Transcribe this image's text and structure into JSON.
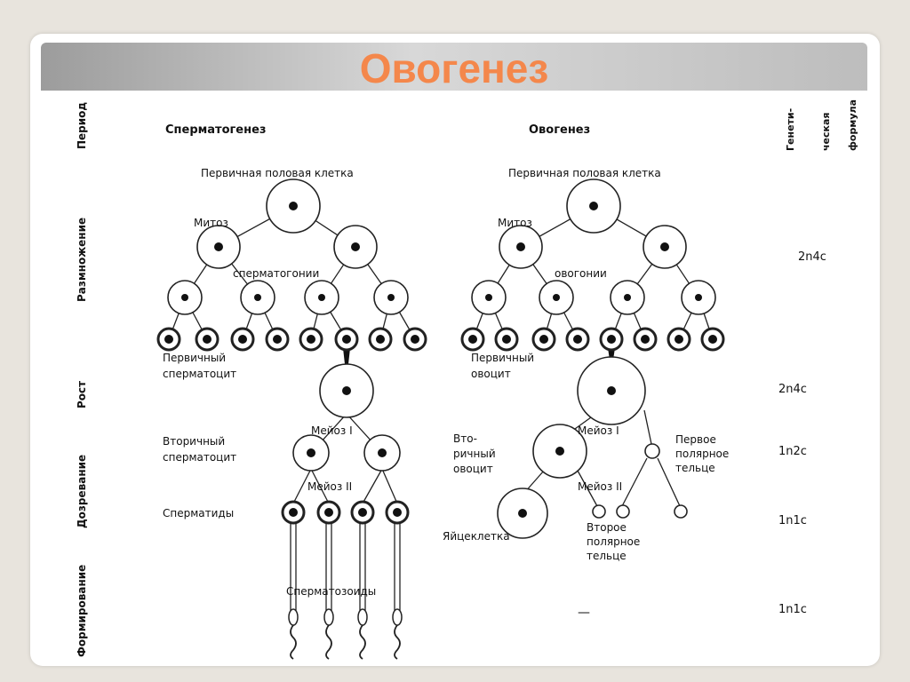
{
  "slide": {
    "title": "Овогенез"
  },
  "headers": {
    "period": "Период",
    "spermatogenesis": "Сперматогенез",
    "oogenesis": "Овогенез",
    "genetic_formula": [
      "Генети-",
      "ческая",
      "формула"
    ]
  },
  "periods": [
    "Размножение",
    "Рост",
    "Дозревание",
    "Формирование"
  ],
  "labels": {
    "primary_cell_sperm": "Первичная половая клетка",
    "primary_cell_oo": "Первичная половая клетка",
    "mitosis_sperm": "Митоз",
    "mitosis_oo": "Митоз",
    "spermatogonia": "сперматогонии",
    "oogonia": "овогонии",
    "primary_spermatocyte": [
      "Первичный",
      "сперматоцит"
    ],
    "primary_oocyte": [
      "Первичный",
      "овоцит"
    ],
    "meiosis1_sperm": "Мейоз I",
    "meiosis1_oo": "Мейоз I",
    "secondary_spermatocyte": [
      "Вторичный",
      "сперматоцит"
    ],
    "secondary_oocyte": [
      "Вто-",
      "ричный",
      "овоцит"
    ],
    "first_polar_body": [
      "Первое",
      "полярное",
      "тельце"
    ],
    "meiosis2_sperm": "Мейоз II",
    "meiosis2_oo": "Мейоз II",
    "spermatids": "Сперматиды",
    "egg_cell": "Яйцеклетка",
    "second_polar_body": [
      "Второе",
      "полярное",
      "тельце"
    ],
    "spermatozoa": "Сперматозоиды",
    "dash": "—"
  },
  "formulas": [
    "2n4c",
    "2n4c",
    "1n2c",
    "1n1c",
    "1n1c"
  ]
}
